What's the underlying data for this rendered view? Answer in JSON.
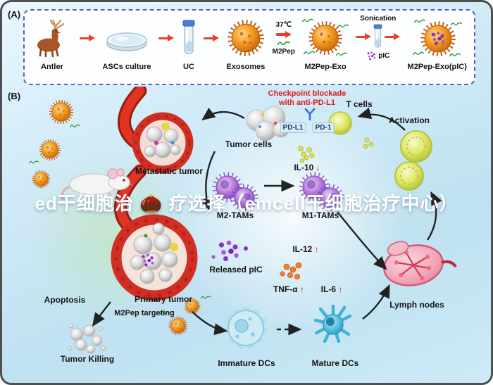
{
  "watermark": "ed干细胞治 🌰 疗选择（emcell干细胞治疗中心）",
  "panelA": {
    "tag": "(A)",
    "steps": [
      "Antler",
      "ASCs culture",
      "UC",
      "Exosomes",
      "M2Pep-Exo",
      "M2Pep-Exo(pIC)"
    ],
    "step4_top": "37℃",
    "step4_bottom": "M2Pep",
    "step5_top": "Sonication",
    "step5_mid": "pIC"
  },
  "panelB": {
    "tag": "(B)",
    "checkpoint_line1": "Checkpoint blockade",
    "checkpoint_line2": "with anti-PD-L1",
    "t_cells": "T cells",
    "activation": "Activation",
    "tumor_cells": "Tumor cells",
    "pd_l1": "PD-L1",
    "pd_1": "PD-1",
    "metastatic_tumor": "Metastatic tumor",
    "il10": "IL-10",
    "il10_dir": "↓",
    "m2_tams": "M2-TAMs",
    "m1_tams": "M1-TAMs",
    "il12": "IL-12",
    "il12_dir": "↑",
    "released_pic": "Released pIC",
    "tnf": "TNF-α",
    "tnf_dir": "↑",
    "il6": "IL-6",
    "il6_dir": "↑",
    "lymph_nodes": "Lymph nodes",
    "apoptosis": "Apoptosis",
    "primary_tumor": "Primary tumor",
    "m2pep_targeting": "M2Pep targeting",
    "tumor_killing": "Tumor Killing",
    "immature_dcs": "Immature DCs",
    "mature_dcs": "Mature DCs"
  }
}
